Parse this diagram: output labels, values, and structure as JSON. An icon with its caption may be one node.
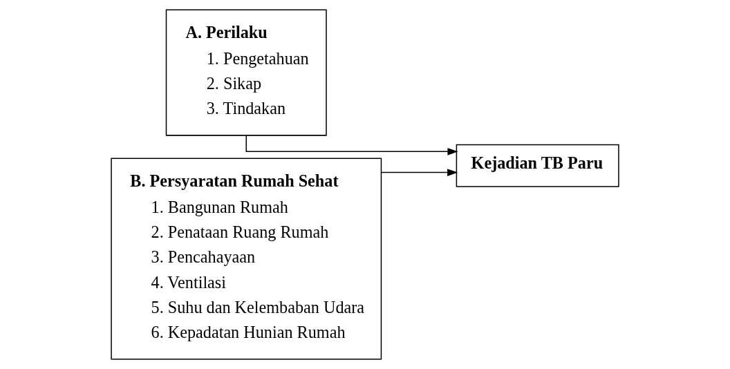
{
  "diagram": {
    "nodes": [
      {
        "text": [
          "A. Perilaku",
          "1. Pengetahuan",
          "2. Sikap",
          "3. Tindakan"
        ]
      },
      {
        "text": [
          "B. Persyaratan Rumah Sehat",
          "1. Bangunan Rumah",
          "2. Penataan Ruang Rumah",
          "3. Pencahayaan",
          "4. Ventilasi",
          "5. Suhu dan Kelembaban Udara",
          "6. Kepadatan Hunian Rumah"
        ]
      },
      {
        "text": [
          "Kejadian TB Paru"
        ]
      }
    ],
    "edges": [
      {
        "from": 0,
        "to": 2,
        "arrow": "to"
      },
      {
        "from": 1,
        "to": 2,
        "arrow": "to"
      }
    ]
  }
}
